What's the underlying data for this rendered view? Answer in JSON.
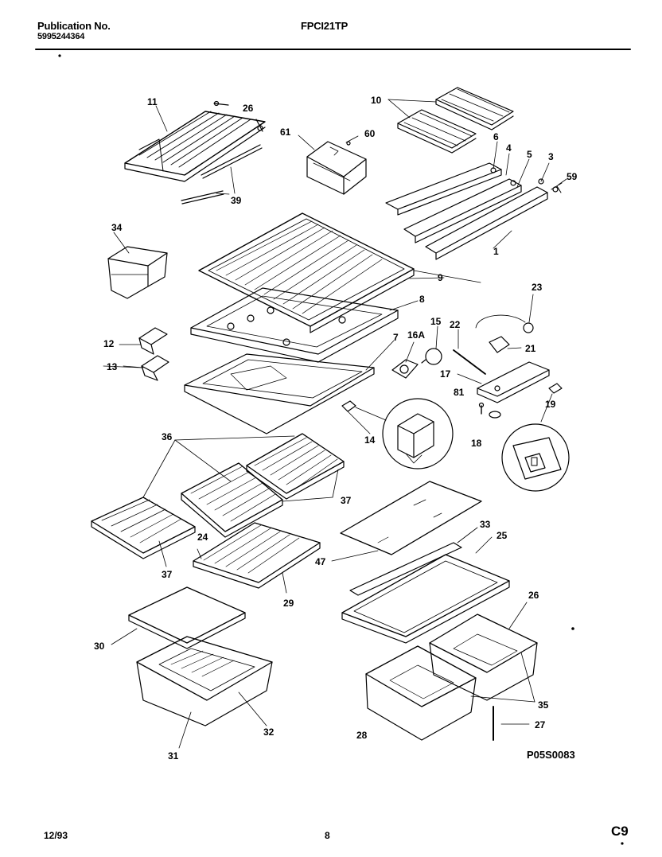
{
  "header": {
    "publication_label": "Publication No.",
    "publication_number": "5995244364",
    "model": "FPCI21TP"
  },
  "drawing_code": "P05S0083",
  "footer": {
    "date": "12/93",
    "page": "8",
    "section": "C9"
  },
  "part_labels": [
    "1",
    "3",
    "4",
    "5",
    "6",
    "7",
    "8",
    "9",
    "10",
    "11",
    "12",
    "13",
    "14",
    "15",
    "16A",
    "17",
    "18",
    "19",
    "21",
    "22",
    "23",
    "24",
    "25",
    "26",
    "26",
    "26",
    "27",
    "28",
    "29",
    "30",
    "31",
    "32",
    "33",
    "34",
    "35",
    "36",
    "37",
    "37",
    "39",
    "47",
    "59",
    "60",
    "61",
    "81"
  ]
}
